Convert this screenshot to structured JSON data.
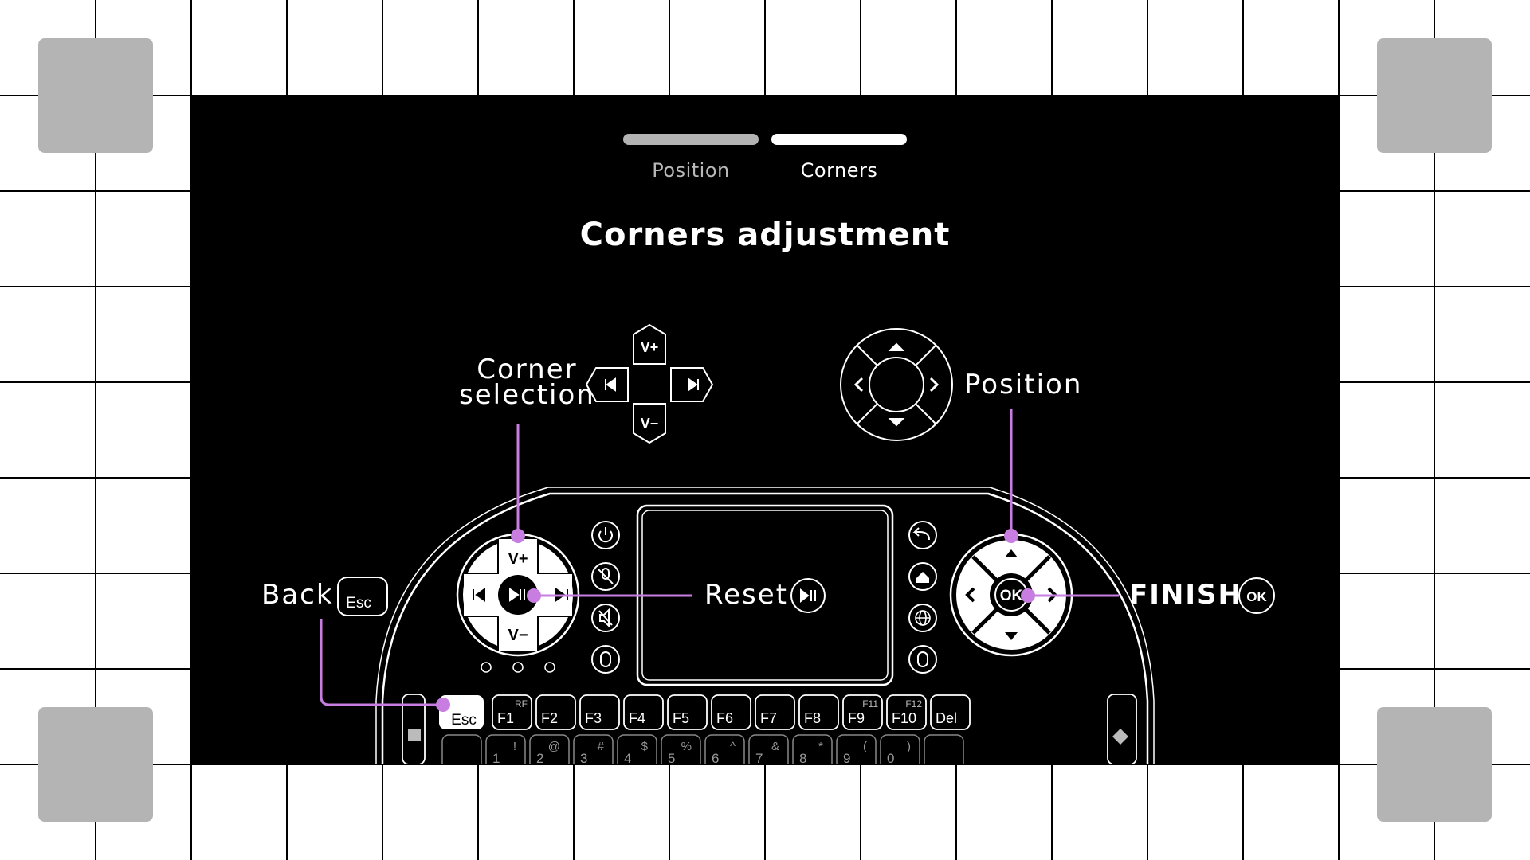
{
  "steps": [
    {
      "label": "Position",
      "state": "inactive"
    },
    {
      "label": "Corners",
      "state": "active"
    }
  ],
  "page_title": "Corners adjustment",
  "corner_selection_label": [
    "Corner",
    "selection"
  ],
  "position_label": "Position",
  "back_label": "Back",
  "back_key": "Esc",
  "reset_label": "Reset",
  "finish_label": "FINISH",
  "ok_key": "OK",
  "dpad_keys": {
    "up": "V+",
    "down": "V−"
  },
  "function_keys": [
    "F1",
    "F2",
    "F3",
    "F4",
    "F5",
    "F6",
    "F7",
    "F8",
    "F9",
    "F10",
    "Del"
  ],
  "fn_secondary": [
    "RF",
    "",
    "",
    "",
    "",
    "",
    "",
    "",
    "F11",
    "F12",
    ""
  ],
  "number_row": [
    "1",
    "2",
    "3",
    "4",
    "5",
    "6",
    "7",
    "8",
    "9",
    "0"
  ],
  "number_row_shift": [
    "!",
    "@",
    "#",
    "$",
    "%",
    "^",
    "&",
    "*",
    "(",
    ")"
  ],
  "accent_color": "#c77ee0"
}
